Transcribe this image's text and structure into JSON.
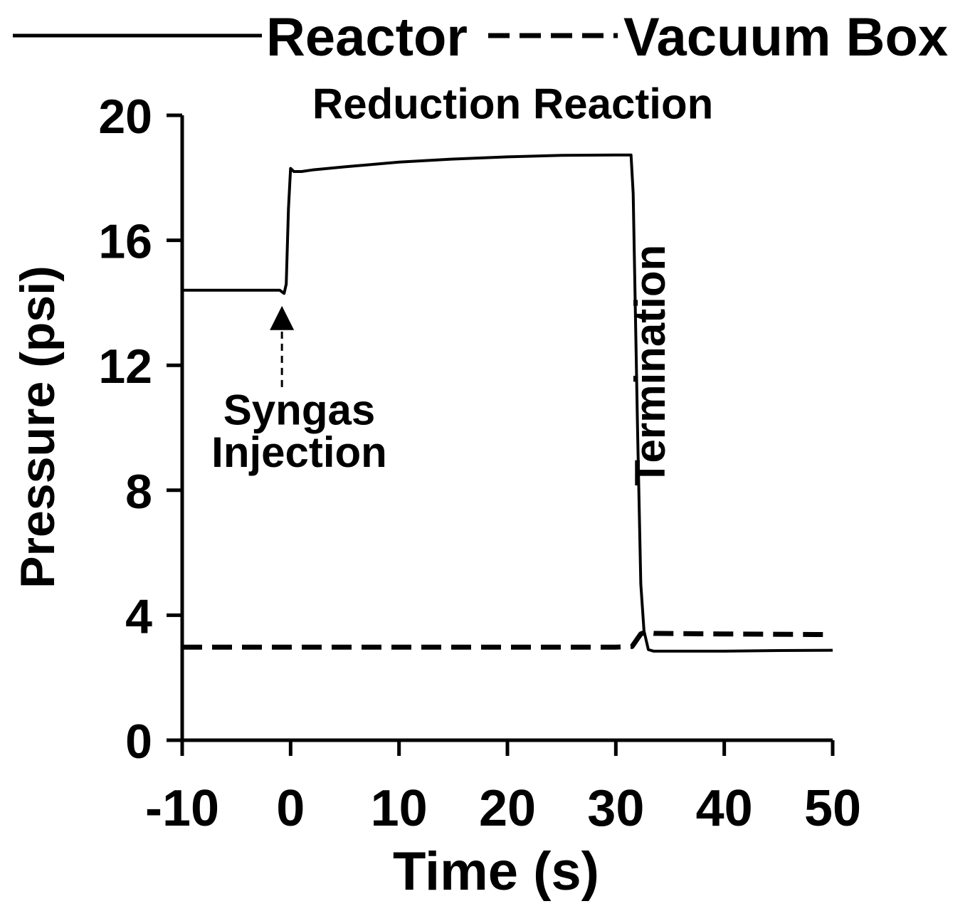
{
  "chart_data": {
    "type": "line",
    "xlabel": "Time (s)",
    "ylabel": "Pressure (psi)",
    "xlim": [
      -10,
      50
    ],
    "ylim": [
      0,
      20
    ],
    "xticks": [
      -10,
      0,
      10,
      20,
      30,
      40,
      50
    ],
    "yticks": [
      0,
      4,
      8,
      12,
      16,
      20
    ],
    "grid": false,
    "legend_position": "top",
    "series": [
      {
        "name": "Reactor",
        "style": "solid",
        "color": "#000000",
        "x": [
          -10,
          -1,
          -0.6,
          -0.4,
          -0.2,
          0.0,
          0.3,
          1.0,
          2.0,
          5.0,
          10.0,
          15.0,
          20.0,
          25.0,
          30.0,
          31.4,
          31.6,
          32.0,
          32.3,
          32.6,
          33.0,
          33.5,
          35.0,
          40.0,
          45.0,
          50.0
        ],
        "y": [
          14.4,
          14.4,
          14.3,
          14.6,
          17.0,
          18.3,
          18.2,
          18.2,
          18.25,
          18.35,
          18.5,
          18.6,
          18.67,
          18.72,
          18.73,
          18.73,
          17.5,
          10.0,
          5.0,
          3.5,
          2.9,
          2.85,
          2.85,
          2.85,
          2.87,
          2.88
        ]
      },
      {
        "name": "Vacuum Box",
        "style": "dashed",
        "color": "#000000",
        "x": [
          -10,
          -5,
          0,
          10,
          20,
          30,
          31.5,
          32.0,
          32.3,
          32.7,
          33.5,
          40,
          50
        ],
        "y": [
          2.98,
          2.98,
          2.98,
          2.98,
          2.98,
          2.98,
          3.0,
          3.25,
          3.4,
          3.45,
          3.42,
          3.4,
          3.38
        ]
      }
    ],
    "annotations": [
      {
        "id": "reduction",
        "text": "Reduction Reaction",
        "x": 20.5,
        "y": 19.9
      },
      {
        "id": "termination",
        "text": "Termination",
        "x": 34.5,
        "y": 12.0,
        "rotation": -90
      },
      {
        "id": "syngas-1",
        "text": "Syngas",
        "x": 0.8,
        "y": 10.1
      },
      {
        "id": "syngas-2",
        "text": "Injection",
        "x": 0.8,
        "y": 8.75
      }
    ],
    "arrow": {
      "from": [
        -0.8,
        11.3
      ],
      "to": [
        -0.8,
        13.9
      ],
      "style": "dashed"
    }
  }
}
